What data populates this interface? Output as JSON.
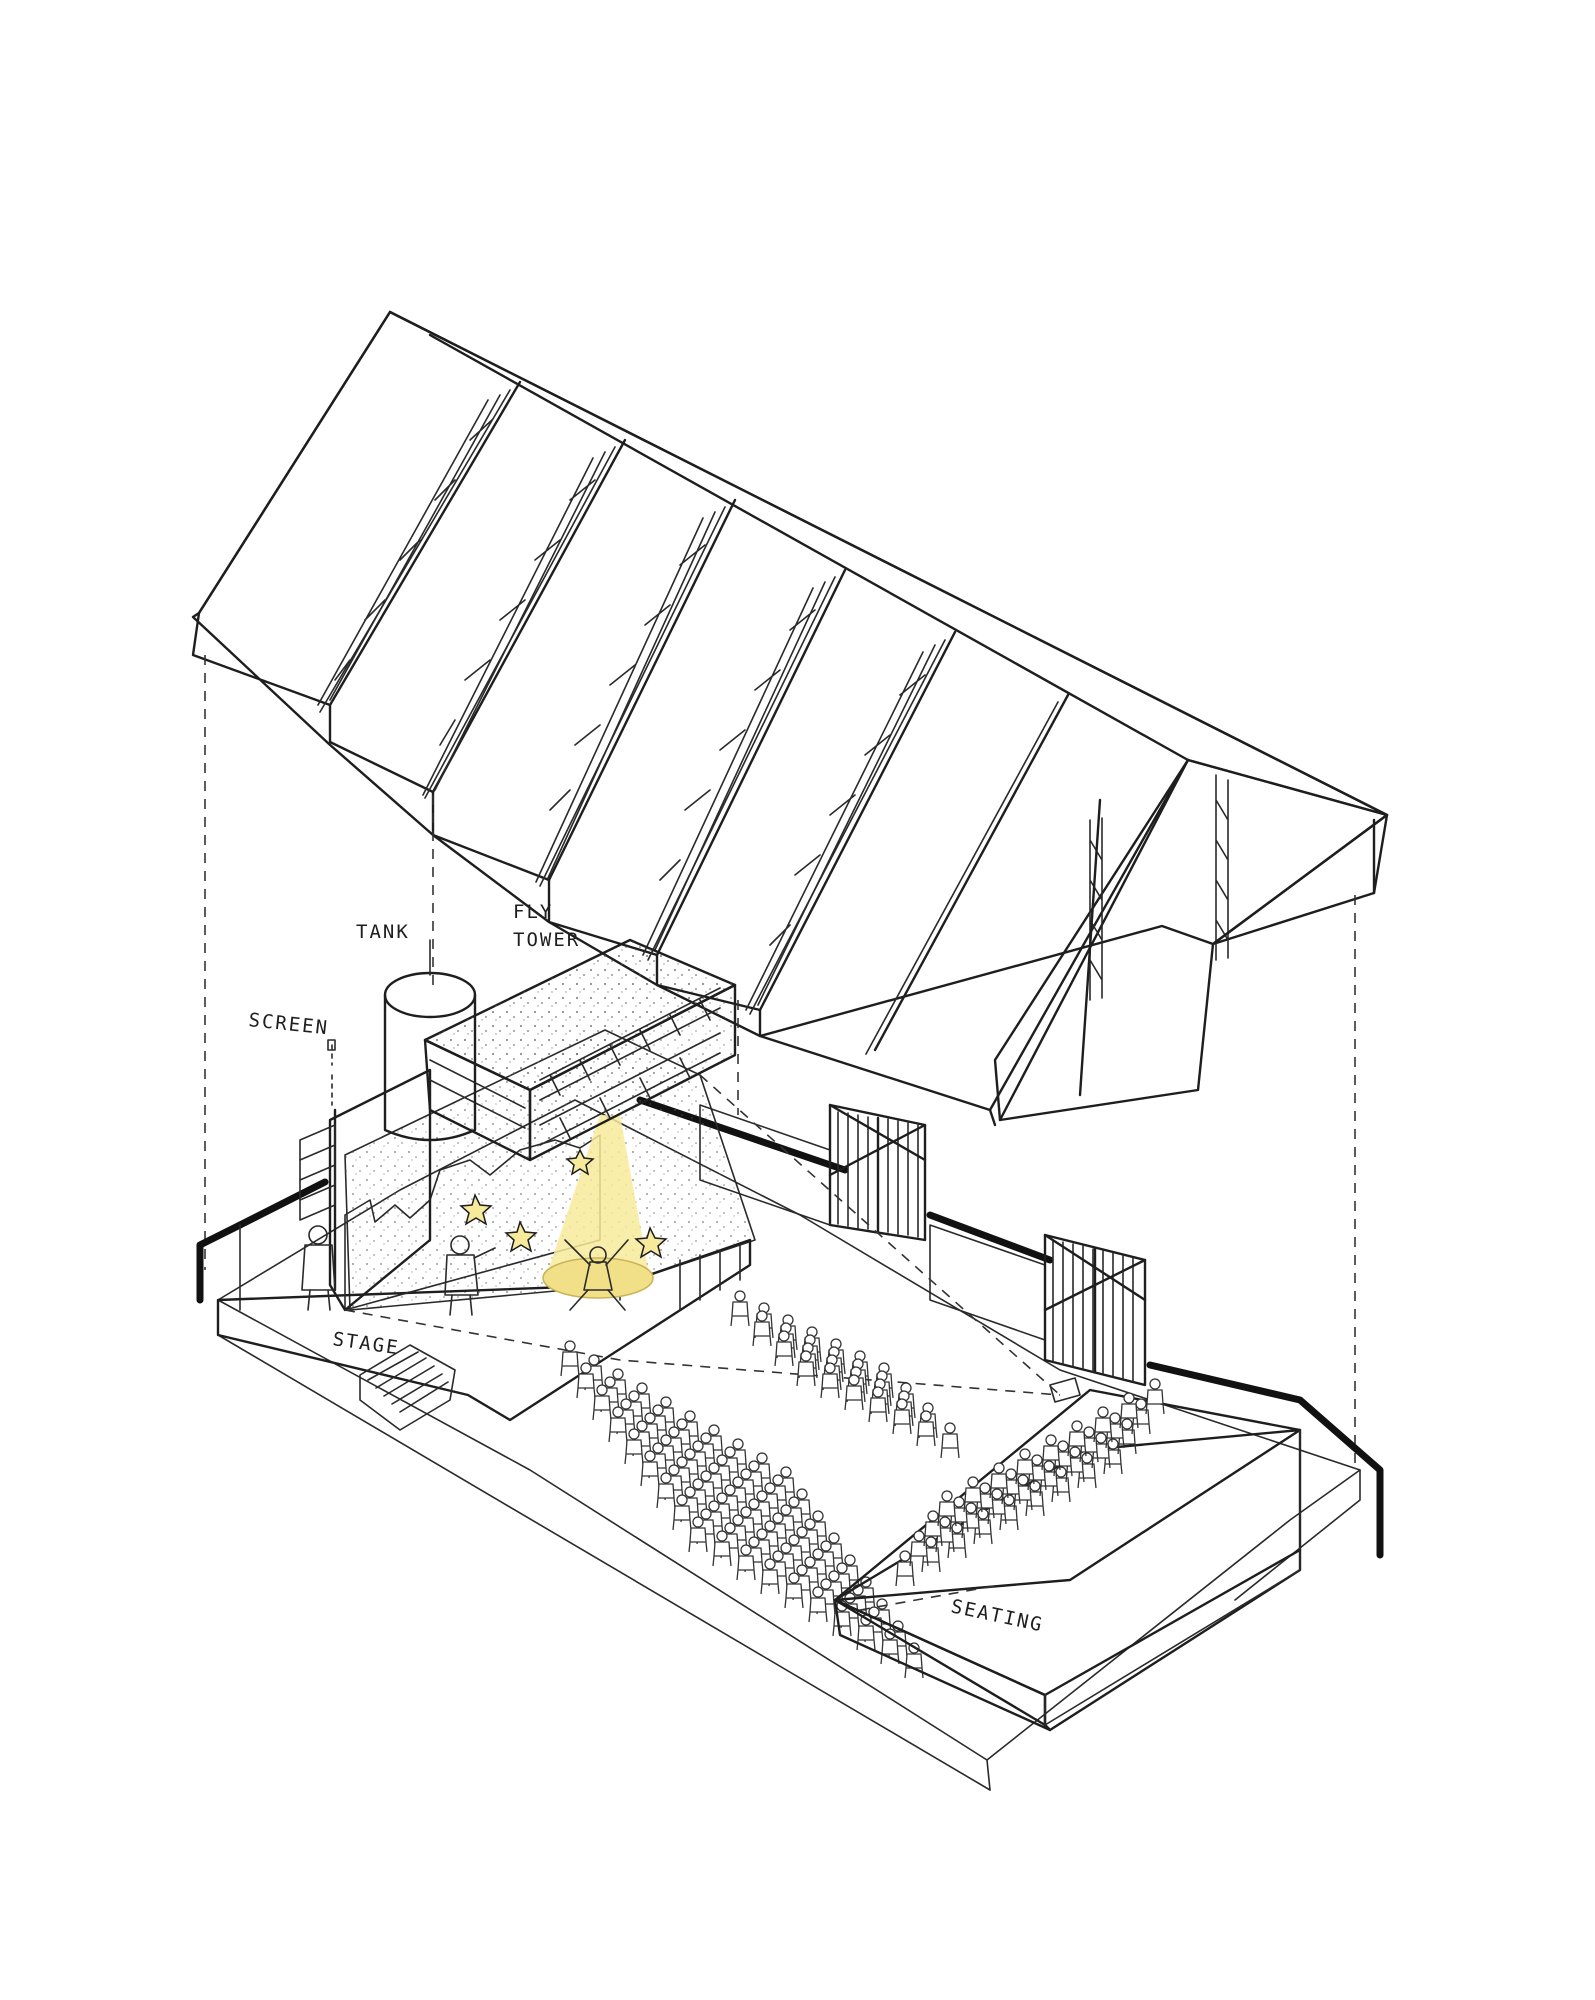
{
  "labels": {
    "tank": "TANK",
    "fly_tower_1": "FLY",
    "fly_tower_2": "TOWER",
    "screen": "SCREEN",
    "stage": "STAGE",
    "seating": "SEATING"
  },
  "colors": {
    "ink": "#1e1e1e",
    "sage": "#b9c9a8",
    "sage_dark": "#a8bb97",
    "backdrop_grey": "#a9a9a5",
    "stage_cream": "#faf7e6",
    "spotlight": "#f7ea9a",
    "figure_red": "#c5745a",
    "wall_cream": "#f3f0dc"
  }
}
